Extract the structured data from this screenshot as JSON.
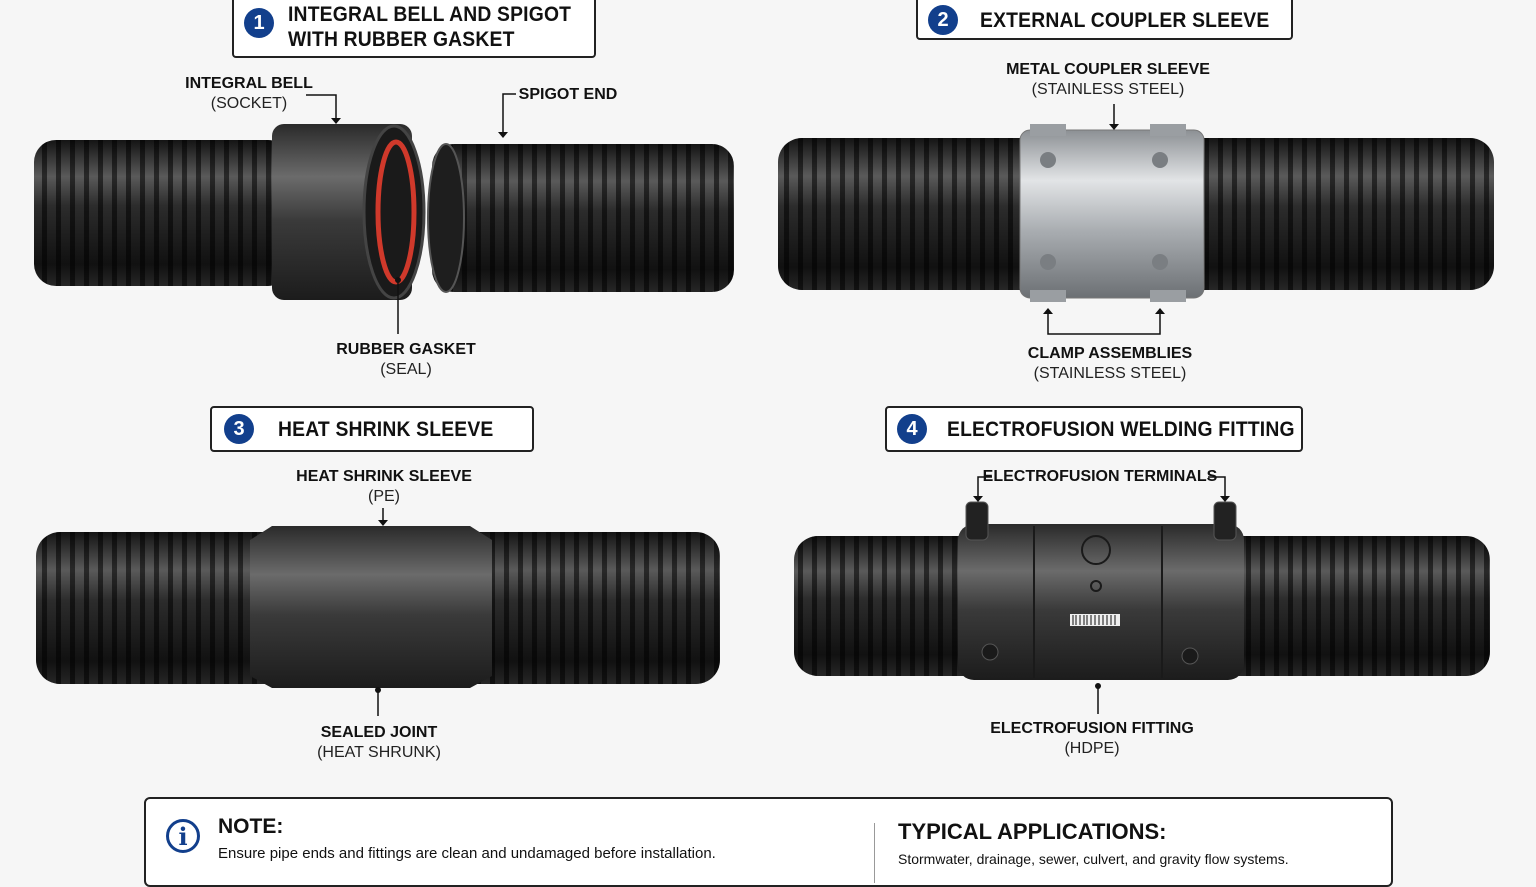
{
  "panels": [
    {
      "number": "1",
      "title_line1": "INTEGRAL BELL AND SPIGOT",
      "title_line2": "WITH RUBBER GASKET"
    },
    {
      "number": "2",
      "title_line1": "EXTERNAL COUPLER SLEEVE"
    },
    {
      "number": "3",
      "title_line1": "HEAT SHRINK SLEEVE"
    },
    {
      "number": "4",
      "title_line1": "ELECTROFUSION WELDING FITTING"
    }
  ],
  "labels": {
    "integral_bell": {
      "title": "INTEGRAL BELL",
      "sub": "(SOCKET)"
    },
    "spigot_end": {
      "title": "SPIGOT END"
    },
    "rubber_gasket": {
      "title": "RUBBER GASKET",
      "sub": "(SEAL)"
    },
    "metal_coupler": {
      "title": "METAL COUPLER SLEEVE",
      "sub": "(STAINLESS STEEL)"
    },
    "clamp_assemblies": {
      "title": "CLAMP ASSEMBLIES",
      "sub": "(STAINLESS STEEL)"
    },
    "heat_shrink": {
      "title": "HEAT SHRINK SLEEVE",
      "sub": "(PE)"
    },
    "sealed_joint": {
      "title": "SEALED JOINT",
      "sub": "(HEAT SHRUNK)"
    },
    "ef_terminals": {
      "title": "ELECTROFUSION TERMINALS"
    },
    "ef_fitting": {
      "title": "ELECTROFUSION FITTING",
      "sub": "(HDPE)"
    }
  },
  "note": {
    "title": "NOTE:",
    "text": "Ensure pipe ends and fittings are clean and undamaged before installation.",
    "applications_title": "TYPICAL APPLICATIONS:",
    "applications_text": "Stormwater, drainage, sewer, culvert, and gravity flow systems."
  },
  "colors": {
    "badge": "#123f8c",
    "pipe": "#1b1b1b",
    "gasket": "#d0392b",
    "steel": "#b8bcc0"
  }
}
